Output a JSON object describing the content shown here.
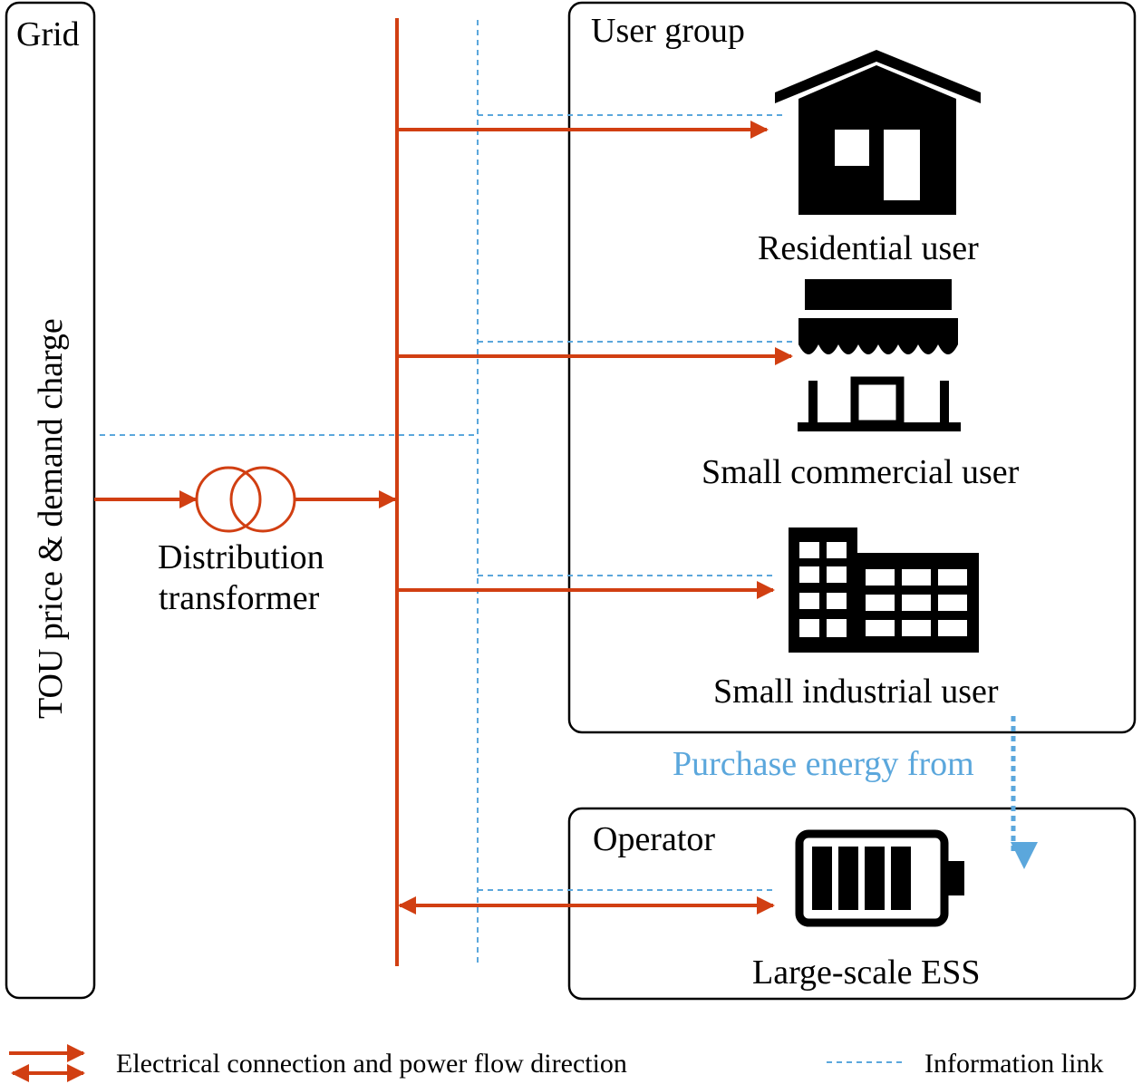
{
  "grid": {
    "label": "Grid",
    "side_label": "TOU price & demand charge"
  },
  "transformer": {
    "line1": "Distribution",
    "line2": "transformer"
  },
  "user_group": {
    "title": "User group",
    "users": [
      {
        "label": "Residential user",
        "icon": "house-icon"
      },
      {
        "label": "Small commercial user",
        "icon": "shop-icon"
      },
      {
        "label": "Small industrial user",
        "icon": "factory-icon"
      }
    ]
  },
  "purchase": {
    "label": "Purchase energy from"
  },
  "operator": {
    "title": "Operator",
    "ess_label": "Large-scale ESS",
    "icon": "battery-icon"
  },
  "legend": {
    "electrical": "Electrical connection and power flow direction",
    "information": "Information link"
  },
  "colors": {
    "power": "#d13f12",
    "info": "#5ba7dc",
    "text": "#000000"
  }
}
